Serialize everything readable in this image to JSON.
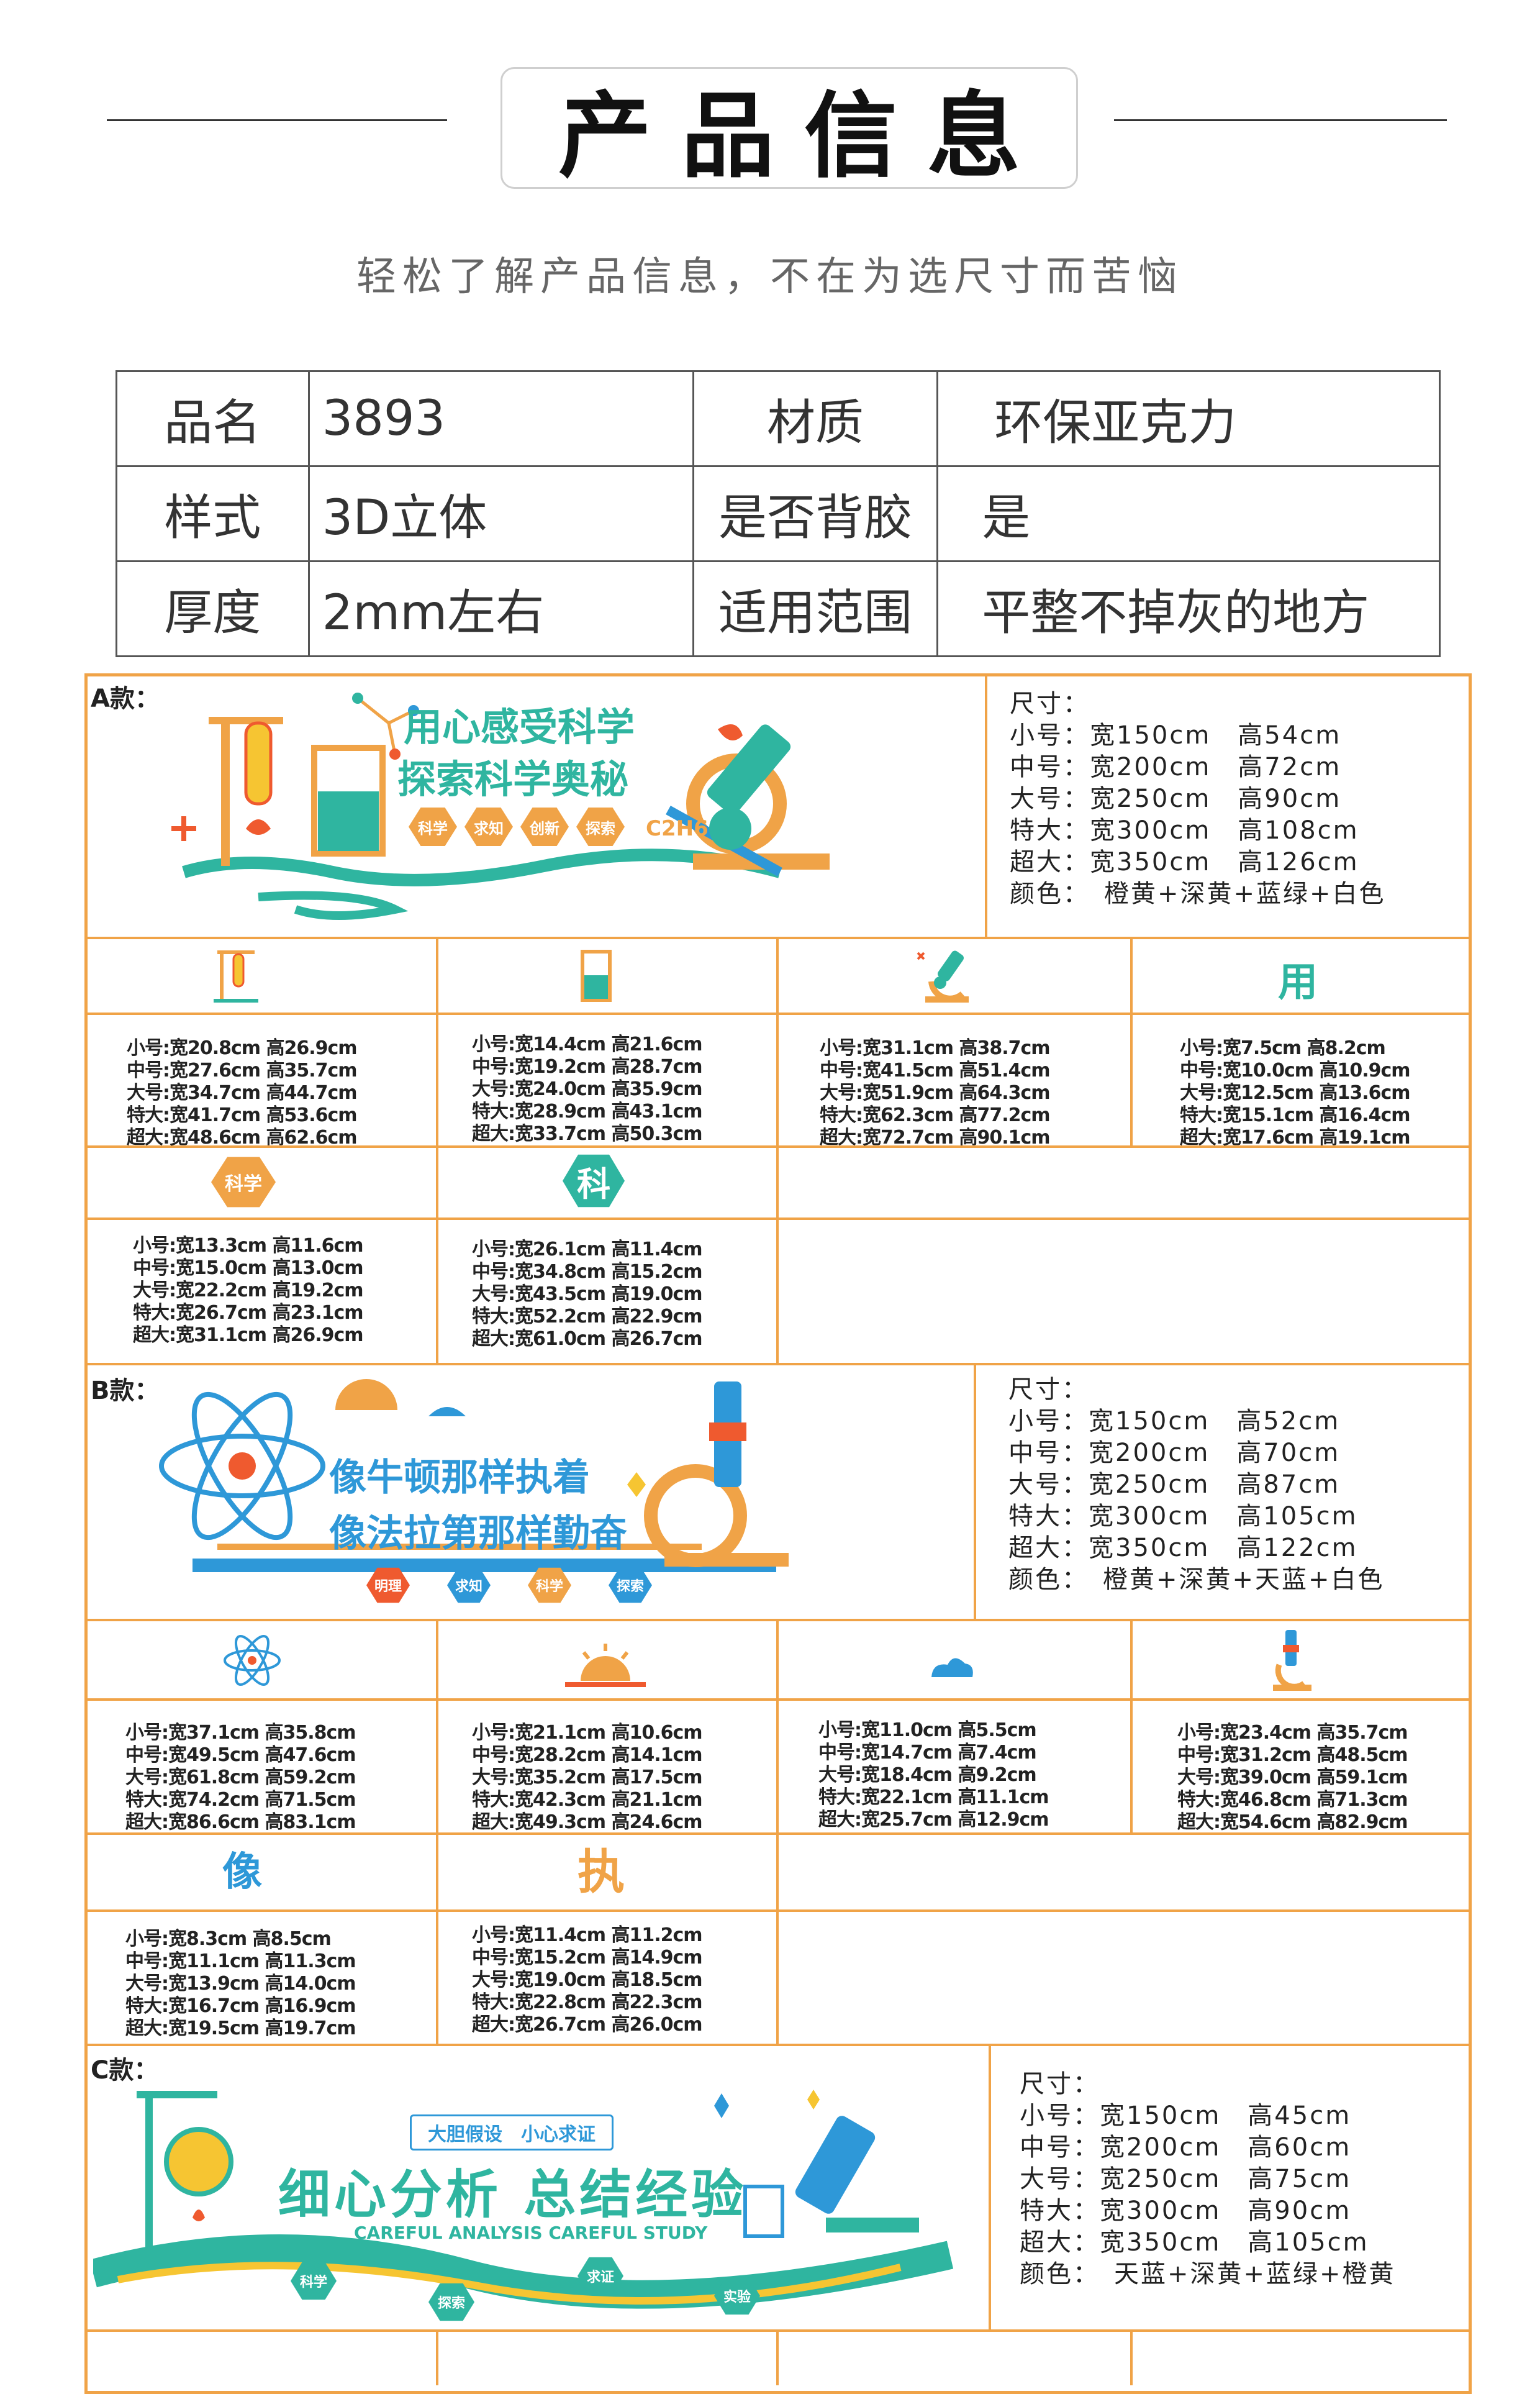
{
  "header": {
    "title": "产品信息",
    "subtitle": "轻松了解产品信息，不在为选尺寸而苦恼"
  },
  "info_table": [
    [
      "品名",
      "3893",
      "材质",
      "环保亚克力"
    ],
    [
      "样式",
      "3D立体",
      "是否背胶",
      "是"
    ],
    [
      "厚度",
      "2mm左右",
      "适用范围",
      "平整不掉灰的地方"
    ]
  ],
  "colors": {
    "orange": "#f0a347",
    "teal": "#2fb5a0",
    "blue": "#2e98d8",
    "yellow": "#f6c532",
    "red": "#ef5a2f"
  },
  "section_a": {
    "label": "A款：",
    "banner": {
      "line1": "用心感受科学",
      "line2": "探索科学奥秘",
      "tags": [
        "科学",
        "求知",
        "创新",
        "探索"
      ],
      "formula": "C2H6"
    },
    "sizes": {
      "heading": "尺寸：",
      "lines": [
        "小号：宽150cm　高54cm",
        "中号：宽200cm　高72cm",
        "大号：宽250cm　高90cm",
        "特大：宽300cm　高108cm",
        "超大：宽350cm　高126cm",
        "颜色：　橙黄+深黄+蓝绿+白色"
      ]
    },
    "parts": [
      {
        "icon": "test-tube-stand-icon",
        "lines": [
          "小号:宽20.8cm  高26.9cm",
          "中号:宽27.6cm  高35.7cm",
          "大号:宽34.7cm  高44.7cm",
          "特大:宽41.7cm  高53.6cm",
          "超大:宽48.6cm  高62.6cm"
        ]
      },
      {
        "icon": "beaker-icon",
        "lines": [
          "小号:宽14.4cm  高21.6cm",
          "中号:宽19.2cm  高28.7cm",
          "大号:宽24.0cm  高35.9cm",
          "特大:宽28.9cm  高43.1cm",
          "超大:宽33.7cm  高50.3cm"
        ]
      },
      {
        "icon": "microscope-icon",
        "lines": [
          "小号:宽31.1cm  高38.7cm",
          "中号:宽41.5cm  高51.4cm",
          "大号:宽51.9cm  高64.3cm",
          "特大:宽62.3cm  高77.2cm",
          "超大:宽72.7cm  高90.1cm"
        ]
      },
      {
        "char": "用",
        "lines": [
          "小号:宽7.5cm  高8.2cm",
          "中号:宽10.0cm  高10.9cm",
          "大号:宽12.5cm  高13.6cm",
          "特大:宽15.1cm  高16.4cm",
          "超大:宽17.6cm  高19.1cm"
        ]
      },
      {
        "hex": "科学",
        "lines": [
          "小号:宽13.3cm  高11.6cm",
          "中号:宽15.0cm  高13.0cm",
          "大号:宽22.2cm  高19.2cm",
          "特大:宽26.7cm  高23.1cm",
          "超大:宽31.1cm  高26.9cm"
        ]
      },
      {
        "hex": "科",
        "lines": [
          "小号:宽26.1cm  高11.4cm",
          "中号:宽34.8cm  高15.2cm",
          "大号:宽43.5cm  高19.0cm",
          "特大:宽52.2cm  高22.9cm",
          "超大:宽61.0cm  高26.7cm"
        ]
      }
    ]
  },
  "section_b": {
    "label": "B款：",
    "banner": {
      "line1": "像牛顿那样执着",
      "line2": "像法拉第那样勤奋",
      "tags": [
        "明理",
        "求知",
        "科学",
        "探索"
      ]
    },
    "sizes": {
      "heading": "尺寸：",
      "lines": [
        "小号：宽150cm　高52cm",
        "中号：宽200cm　高70cm",
        "大号：宽250cm　高87cm",
        "特大：宽300cm　高105cm",
        "超大：宽350cm　高122cm",
        "颜色：　橙黄+深黄+天蓝+白色"
      ]
    },
    "parts": [
      {
        "icon": "atom-icon",
        "lines": [
          "小号:宽37.1cm  高35.8cm",
          "中号:宽49.5cm  高47.6cm",
          "大号:宽61.8cm  高59.2cm",
          "特大:宽74.2cm  高71.5cm",
          "超大:宽86.6cm  高83.1cm"
        ]
      },
      {
        "icon": "sun-icon",
        "lines": [
          "小号:宽21.1cm  高10.6cm",
          "中号:宽28.2cm  高14.1cm",
          "大号:宽35.2cm  高17.5cm",
          "特大:宽42.3cm  高21.1cm",
          "超大:宽49.3cm  高24.6cm"
        ]
      },
      {
        "icon": "cloud-icon",
        "lines": [
          "小号:宽11.0cm  高5.5cm",
          "中号:宽14.7cm  高7.4cm",
          "大号:宽18.4cm  高9.2cm",
          "特大:宽22.1cm  高11.1cm",
          "超大:宽25.7cm  高12.9cm"
        ]
      },
      {
        "icon": "microscope-icon",
        "lines": [
          "小号:宽23.4cm  高35.7cm",
          "中号:宽31.2cm  高48.5cm",
          "大号:宽39.0cm  高59.1cm",
          "特大:宽46.8cm  高71.3cm",
          "超大:宽54.6cm  高82.9cm"
        ]
      },
      {
        "char": "像",
        "lines": [
          "小号:宽8.3cm  高8.5cm",
          "中号:宽11.1cm  高11.3cm",
          "大号:宽13.9cm  高14.0cm",
          "特大:宽16.7cm  高16.9cm",
          "超大:宽19.5cm  高19.7cm"
        ]
      },
      {
        "char": "执",
        "lines": [
          "小号:宽11.4cm  高11.2cm",
          "中号:宽15.2cm  高14.9cm",
          "大号:宽19.0cm  高18.5cm",
          "特大:宽22.8cm  高22.3cm",
          "超大:宽26.7cm  高26.0cm"
        ]
      }
    ]
  },
  "section_c": {
    "label": "C款：",
    "banner": {
      "ribbon": "大胆假设　小心求证",
      "line1": "细心分析 总结经验",
      "english": "CAREFUL ANALYSIS CAREFUL STUDY",
      "tags": [
        "科学",
        "探索",
        "求证",
        "实验"
      ]
    },
    "sizes": {
      "heading": "尺寸：",
      "lines": [
        "小号：宽150cm　高45cm",
        "中号：宽200cm　高60cm",
        "大号：宽250cm　高75cm",
        "特大：宽300cm　高90cm",
        "超大：宽350cm　高105cm",
        "颜色：　天蓝+深黄+蓝绿+橙黄"
      ]
    }
  }
}
